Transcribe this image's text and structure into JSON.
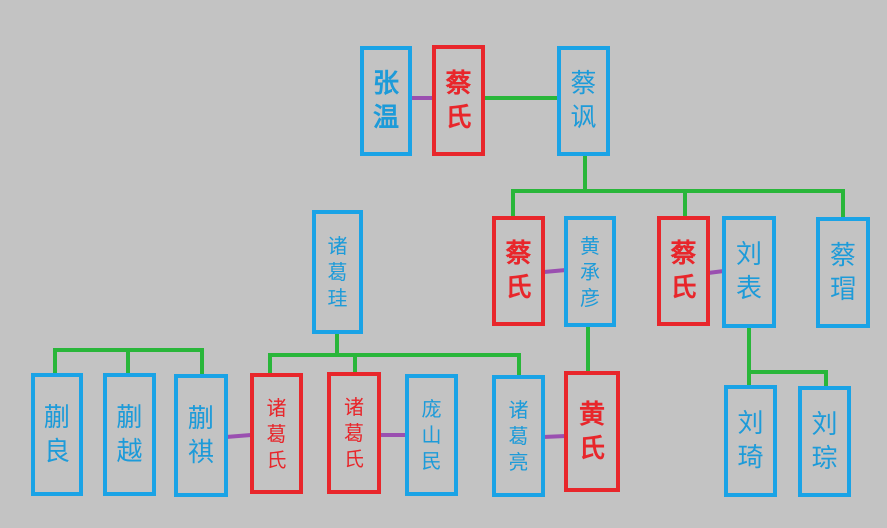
{
  "colors": {
    "background": "#c3c3c3",
    "blue_border": "#1aa3e6",
    "red_border": "#e8262b",
    "descent_line": "#29b63a",
    "marriage_line": "#9a4fb0"
  },
  "people": {
    "zhang_wen": "张温",
    "cai_shi_top": "蔡氏",
    "cai_feng": "蔡讽",
    "cai_shi_mid": "蔡氏",
    "huang_chengyan": "黄承彦",
    "cai_shi_right": "蔡氏",
    "liu_biao": "刘表",
    "cai_mao": "蔡瑁",
    "zhuge_gui": "诸葛珪",
    "kuai_liang": "蒯良",
    "kuai_yue": "蒯越",
    "kuai_qi": "蒯祺",
    "zhuge_shi_1": "诸葛氏",
    "zhuge_shi_2": "诸葛氏",
    "pang_shanmin": "庞山民",
    "zhuge_liang": "诸葛亮",
    "huang_shi": "黄氏",
    "liu_qi": "刘琦",
    "liu_zong": "刘琮"
  }
}
